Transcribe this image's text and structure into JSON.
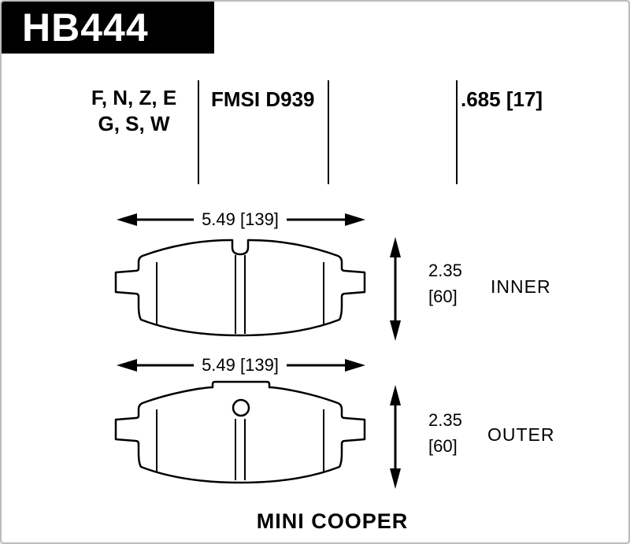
{
  "part_number": "HB444",
  "header": {
    "compounds_line1": "F, N, Z, E",
    "compounds_line2": "G, S, W",
    "fmsi": "FMSI D939",
    "pad_thickness": ".685 [17]"
  },
  "inner_pad": {
    "label": "INNER",
    "width_dim": "5.49 [139]",
    "height_dim_in": "2.35",
    "height_dim_mm": "[60]"
  },
  "outer_pad": {
    "label": "OUTER",
    "width_dim": "5.49 [139]",
    "height_dim_in": "2.35",
    "height_dim_mm": "[60]"
  },
  "vehicle": "MINI COOPER",
  "colors": {
    "ink": "#000000",
    "paper": "#ffffff",
    "part_box_bg": "#000000",
    "part_box_text": "#ffffff"
  }
}
